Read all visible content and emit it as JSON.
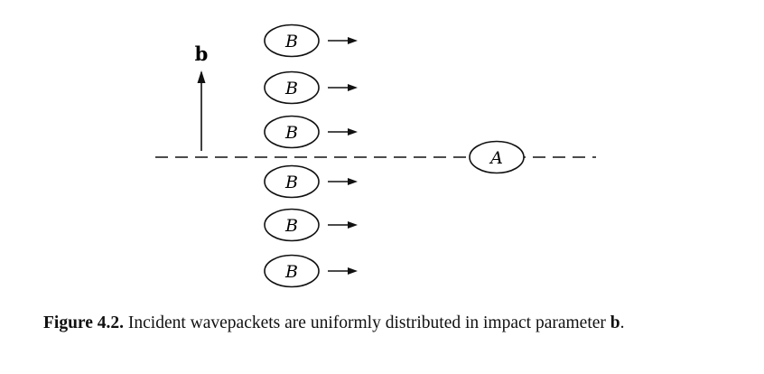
{
  "diagram": {
    "axis_label": "b",
    "packet_label": "B",
    "packet_count": 6,
    "target_label": "A"
  },
  "caption": {
    "figure_number": "Figure 4.2.",
    "text_main": " Incident wavepackets are uniformly distributed in impact parameter ",
    "bold_term": "b",
    "text_end": "."
  }
}
